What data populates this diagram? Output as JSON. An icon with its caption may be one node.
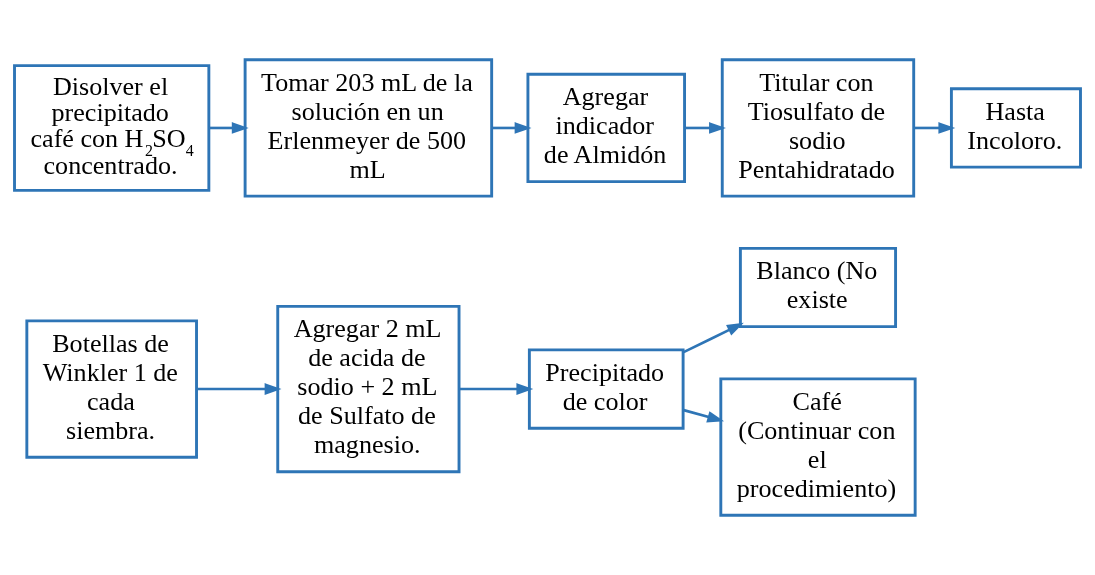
{
  "diagram": {
    "nodes": [
      {
        "text": [
          "Botellas de Winkler 1 de cada siembra."
        ]
      },
      {
        "text": [
          "Agregar 2 mL de acida de sodio + 2 mL de Sulfato de magnesio."
        ]
      },
      {
        "text": [
          "Precipitado de color"
        ]
      },
      {
        "text": [
          "Blanco (No existe"
        ]
      },
      {
        "text": [
          "Café (Continuar con el procedimiento)"
        ]
      },
      {
        "text": [
          "Disolver el precipitado café con H$_{2}$SO$_{4}$ concentrado."
        ]
      },
      {
        "text": [
          "Tomar 203 mL de la solución en un Erlenmeyer de 500 mL"
        ]
      },
      {
        "text": [
          "Agregar indicador de Almidón"
        ]
      },
      {
        "text": [
          "Titular con Tiosulfato de sodio Pentahidratado"
        ]
      },
      {
        "text": [
          "Hasta Incoloro."
        ]
      }
    ],
    "edges": [
      {
        "from": 0,
        "to": 1,
        "arrow": "to"
      },
      {
        "from": 1,
        "to": 2,
        "arrow": "to"
      },
      {
        "from": 2,
        "to": 3,
        "arrow": "to"
      },
      {
        "from": 2,
        "to": 4,
        "arrow": "to"
      },
      {
        "from": 5,
        "to": 6,
        "arrow": "to"
      },
      {
        "from": 6,
        "to": 7,
        "arrow": "to"
      },
      {
        "from": 7,
        "to": 8,
        "arrow": "to"
      },
      {
        "from": 8,
        "to": 9,
        "arrow": "to"
      }
    ]
  }
}
